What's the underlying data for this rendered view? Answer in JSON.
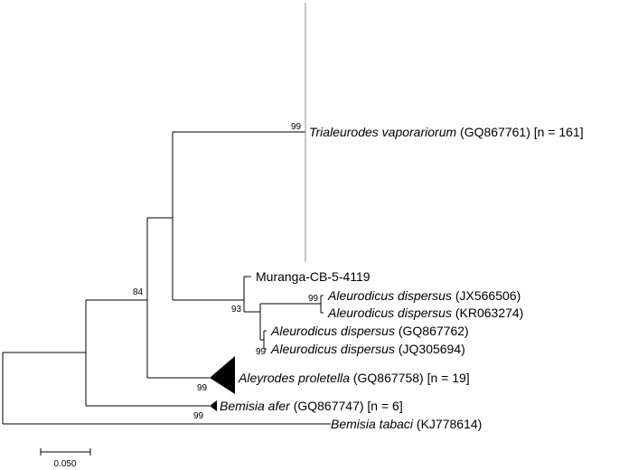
{
  "tree": {
    "tips": [
      {
        "id": "tv",
        "species": "Trialeurodes vaporariorum",
        "rest": " (GQ867761) [n = 161]"
      },
      {
        "id": "mu",
        "species": "",
        "rest": "Muranga-CB-5-4119"
      },
      {
        "id": "ad1",
        "species": "Aleurodicus dispersus",
        "rest": " (JX566506)"
      },
      {
        "id": "ad2",
        "species": "Aleurodicus dispersus",
        "rest": " (KR063274)"
      },
      {
        "id": "ad3",
        "species": "Aleurodicus dispersus",
        "rest": " (GQ867762)"
      },
      {
        "id": "ad4",
        "species": "Aleurodicus dispersus",
        "rest": " (JQ305694)"
      },
      {
        "id": "ap",
        "species": "Aleyrodes proletella",
        "rest": " (GQ867758) [n = 19]"
      },
      {
        "id": "ba",
        "species": "Bemisia afer",
        "rest": " (GQ867747) [n = 6]"
      },
      {
        "id": "bt",
        "species": "Bemisia tabaci",
        "rest": " (KJ778614)"
      }
    ],
    "bootstrap": {
      "tv": "99",
      "n84": "84",
      "n93": "93",
      "ad12": "99",
      "ad34": "99",
      "ap": "99",
      "ba": "99"
    },
    "scale_bar": {
      "label": "0.050"
    }
  }
}
